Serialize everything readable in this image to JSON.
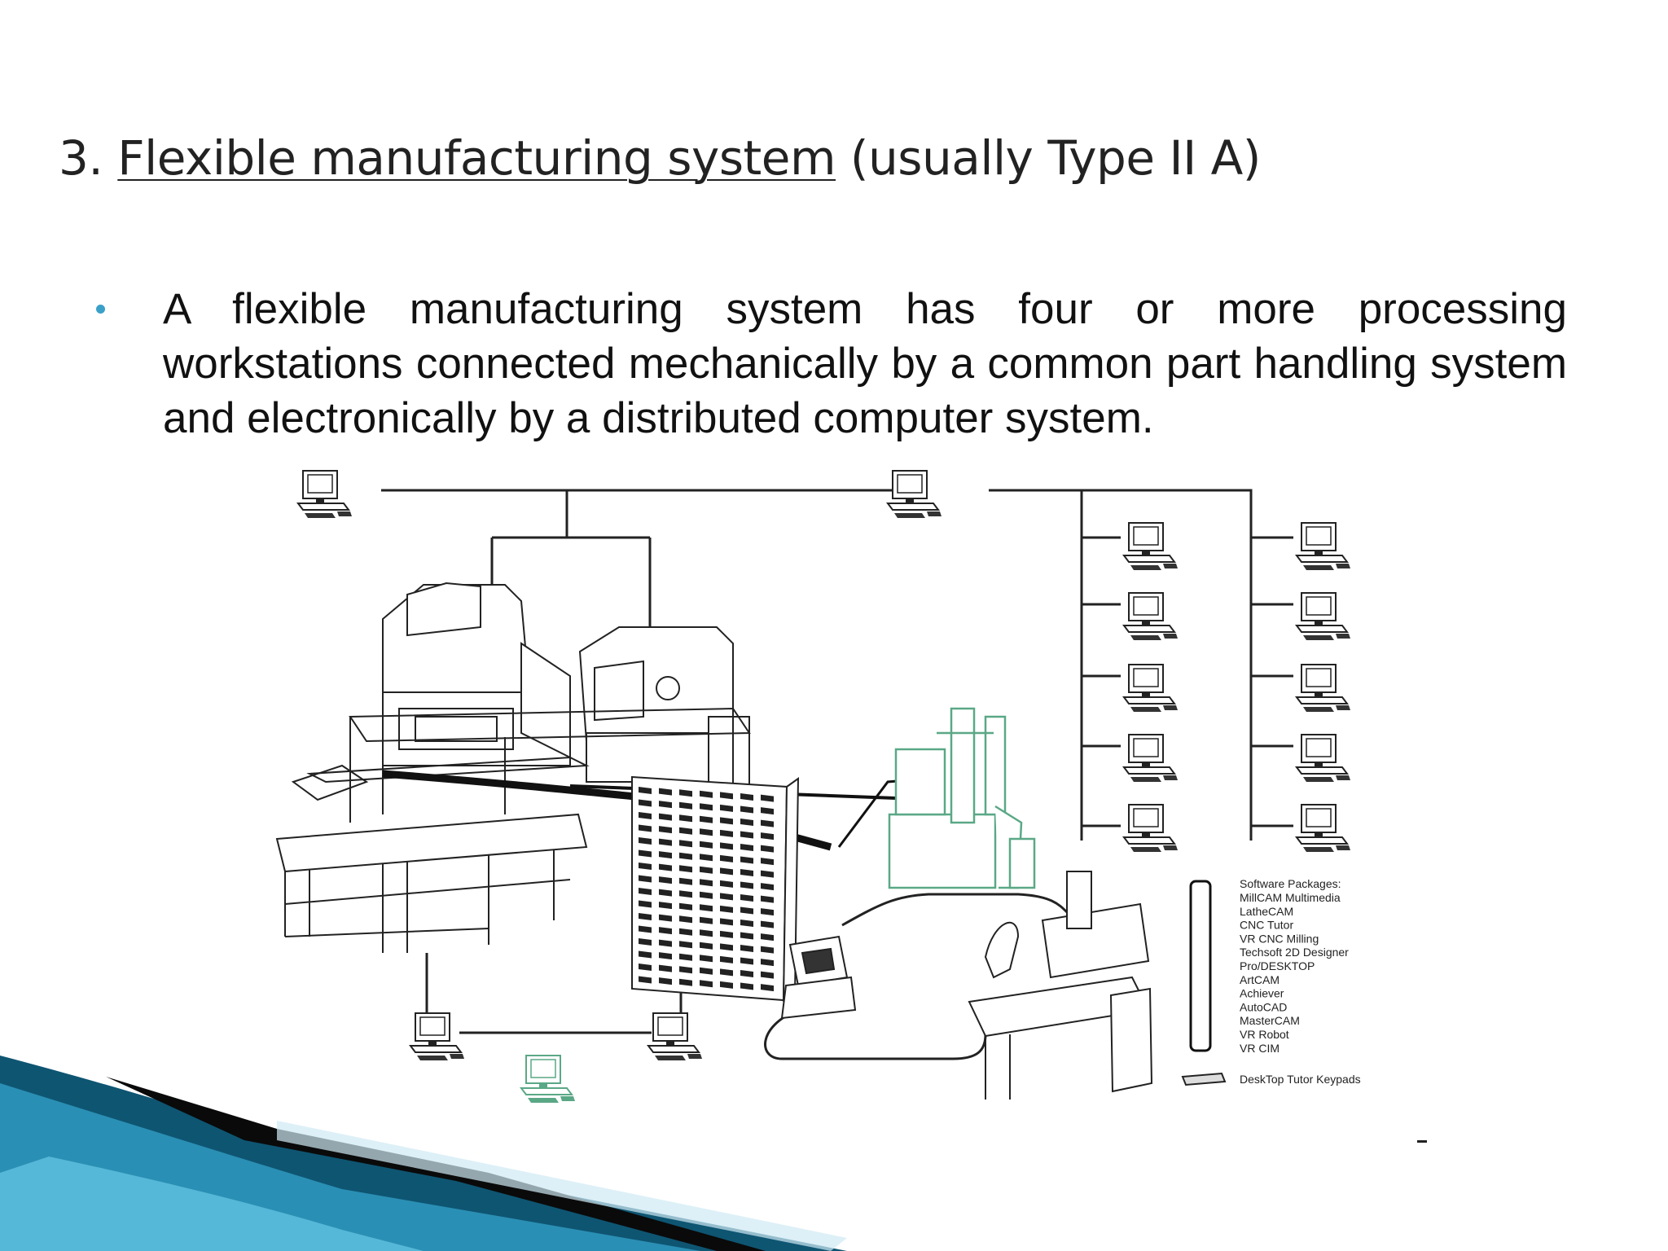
{
  "slide": {
    "title_number": "3.",
    "title_underlined": "Flexible manufacturing system",
    "title_suffix": "(usually Type II A)",
    "bullet_text": "A flexible manufacturing system has four or more processing workstations connected mechanically by a common part handling system and electronically by a distributed computer system."
  },
  "diagram": {
    "software_packages_title": "Software Packages:",
    "software_packages": [
      "MillCAM  Multimedia",
      "LatheCAM",
      "CNC Tutor",
      "VR CNC Milling",
      "Techsoft 2D Designer",
      "Pro/DESKTOP",
      "ArtCAM",
      "Achiever",
      "AutoCAD",
      "MasterCAM",
      "VR Robot",
      "VR CIM"
    ],
    "keypads_label": "DeskTop Tutor Keypads"
  },
  "colors": {
    "bullet": "#3aa0c8",
    "robot_green": "#5aa886",
    "swoosh_dark": "#0c4a66",
    "swoosh_light": "#5bbcdc"
  }
}
